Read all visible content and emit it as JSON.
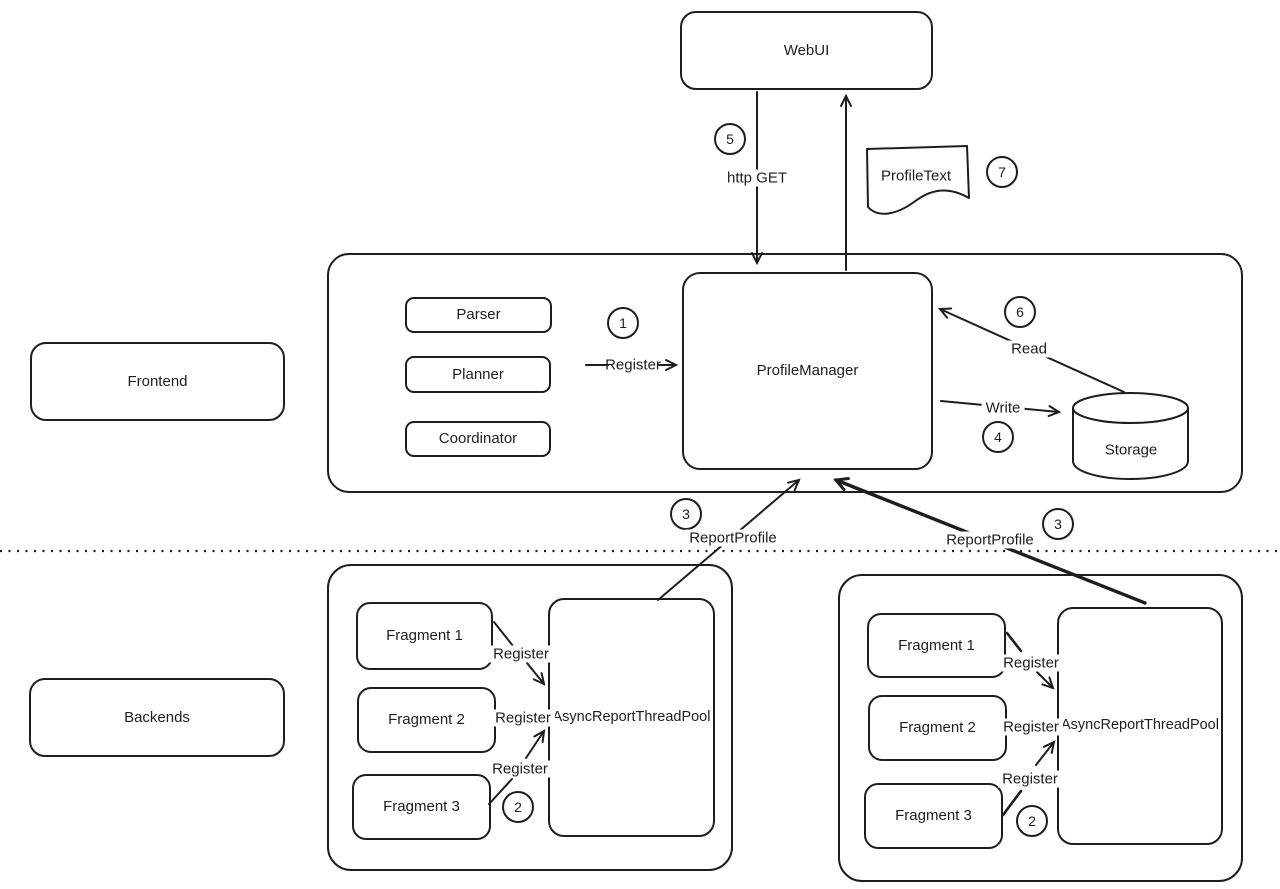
{
  "colors": {
    "stroke": "#1e1e1e",
    "background": "#ffffff"
  },
  "nodes": {
    "webui": "WebUI",
    "frontend": "Frontend",
    "backends": "Backends",
    "parser": "Parser",
    "planner": "Planner",
    "coordinator": "Coordinator",
    "profile_manager": "ProfileManager",
    "profile_text": "ProfileText",
    "storage": "Storage"
  },
  "edges": {
    "http_get": "http GET",
    "register_frontend": "Register",
    "read": "Read",
    "write": "Write",
    "report_profile_left": "ReportProfile",
    "report_profile_right": "ReportProfile"
  },
  "steps": {
    "s1": "1",
    "s2_left": "2",
    "s2_right": "2",
    "s3_left": "3",
    "s3_right": "3",
    "s4": "4",
    "s5": "5",
    "s6": "6",
    "s7": "7"
  },
  "backend1": {
    "fragments": [
      "Fragment 1",
      "Fragment 2",
      "Fragment 3"
    ],
    "pool": "AsyncReportThreadPool",
    "registers": [
      "Register",
      "Register",
      "Register"
    ]
  },
  "backend2": {
    "fragments": [
      "Fragment 1",
      "Fragment 2",
      "Fragment 3"
    ],
    "pool": "AsyncReportThreadPool",
    "registers": [
      "Register",
      "Register",
      "Register"
    ]
  }
}
